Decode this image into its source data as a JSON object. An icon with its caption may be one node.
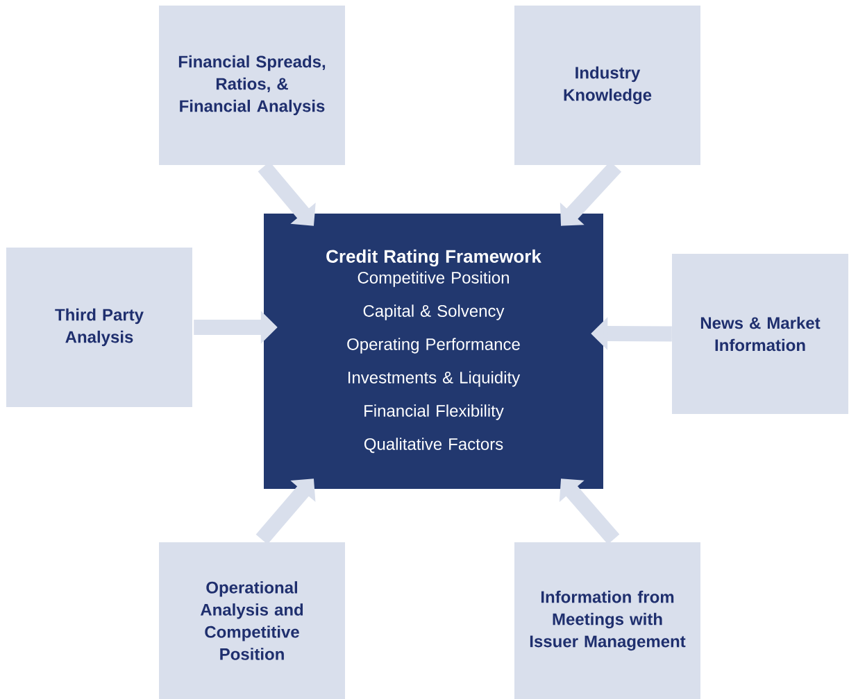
{
  "diagram": {
    "nodes": [
      {
        "text": [
          "Credit Rating Framework",
          "Competitive Position",
          "Capital & Solvency",
          "Operating Performance",
          "Investments & Liquidity",
          "Financial Flexibility",
          "Qualitative Factors"
        ]
      },
      {
        "text": [
          "Financial Spreads, Ratios, & Financial Analysis"
        ]
      },
      {
        "text": [
          "Industry Knowledge"
        ]
      },
      {
        "text": [
          "Third Party Analysis"
        ]
      },
      {
        "text": [
          "News & Market Information"
        ]
      },
      {
        "text": [
          "Operational Analysis and Competitive Position"
        ]
      },
      {
        "text": [
          "Information from Meetings with Issuer Management"
        ]
      }
    ],
    "edges": [
      {
        "from": 1,
        "to": 0,
        "arrow": "to"
      },
      {
        "from": 2,
        "to": 0,
        "arrow": "to"
      },
      {
        "from": 3,
        "to": 0,
        "arrow": "to"
      },
      {
        "from": 4,
        "to": 0,
        "arrow": "to"
      },
      {
        "from": 5,
        "to": 0,
        "arrow": "to"
      },
      {
        "from": 6,
        "to": 0,
        "arrow": "to"
      }
    ]
  }
}
